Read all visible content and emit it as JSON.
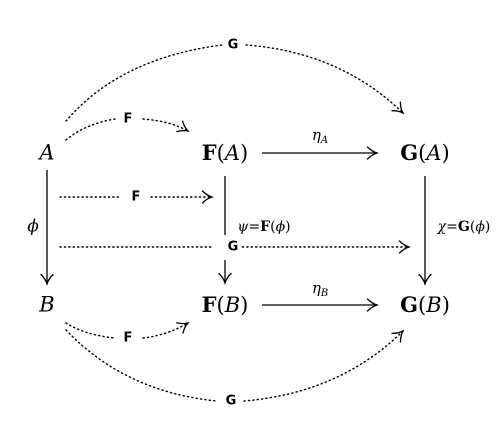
{
  "objects": {
    "A": {
      "var": "A"
    },
    "B": {
      "var": "B"
    },
    "FA": {
      "functor": "F",
      "open": "(",
      "var": "A",
      "close": ")"
    },
    "FB": {
      "functor": "F",
      "open": "(",
      "var": "B",
      "close": ")"
    },
    "GA": {
      "functor": "G",
      "open": "(",
      "var": "A",
      "close": ")"
    },
    "GB": {
      "functor": "G",
      "open": "(",
      "var": "B",
      "close": ")"
    }
  },
  "morphisms": {
    "phi": "ϕ",
    "eta_A": {
      "symbol": "η",
      "sub": "A"
    },
    "eta_B": {
      "symbol": "η",
      "sub": "B"
    },
    "psi": {
      "name": "ψ",
      "eq": "=",
      "functor": "F",
      "open": "(",
      "arg": "ϕ",
      "close": ")"
    },
    "chi": {
      "name": "χ",
      "eq": "=",
      "functor": "G",
      "open": "(",
      "arg": "ϕ",
      "close": ")"
    }
  },
  "functor_arrows": {
    "top_G": "G",
    "top_F": "F",
    "middle_F": "F",
    "middle_G": "G",
    "bottom_F": "F",
    "bottom_G": "G"
  },
  "colors": {
    "ink": "#000000",
    "background": "#ffffff"
  }
}
